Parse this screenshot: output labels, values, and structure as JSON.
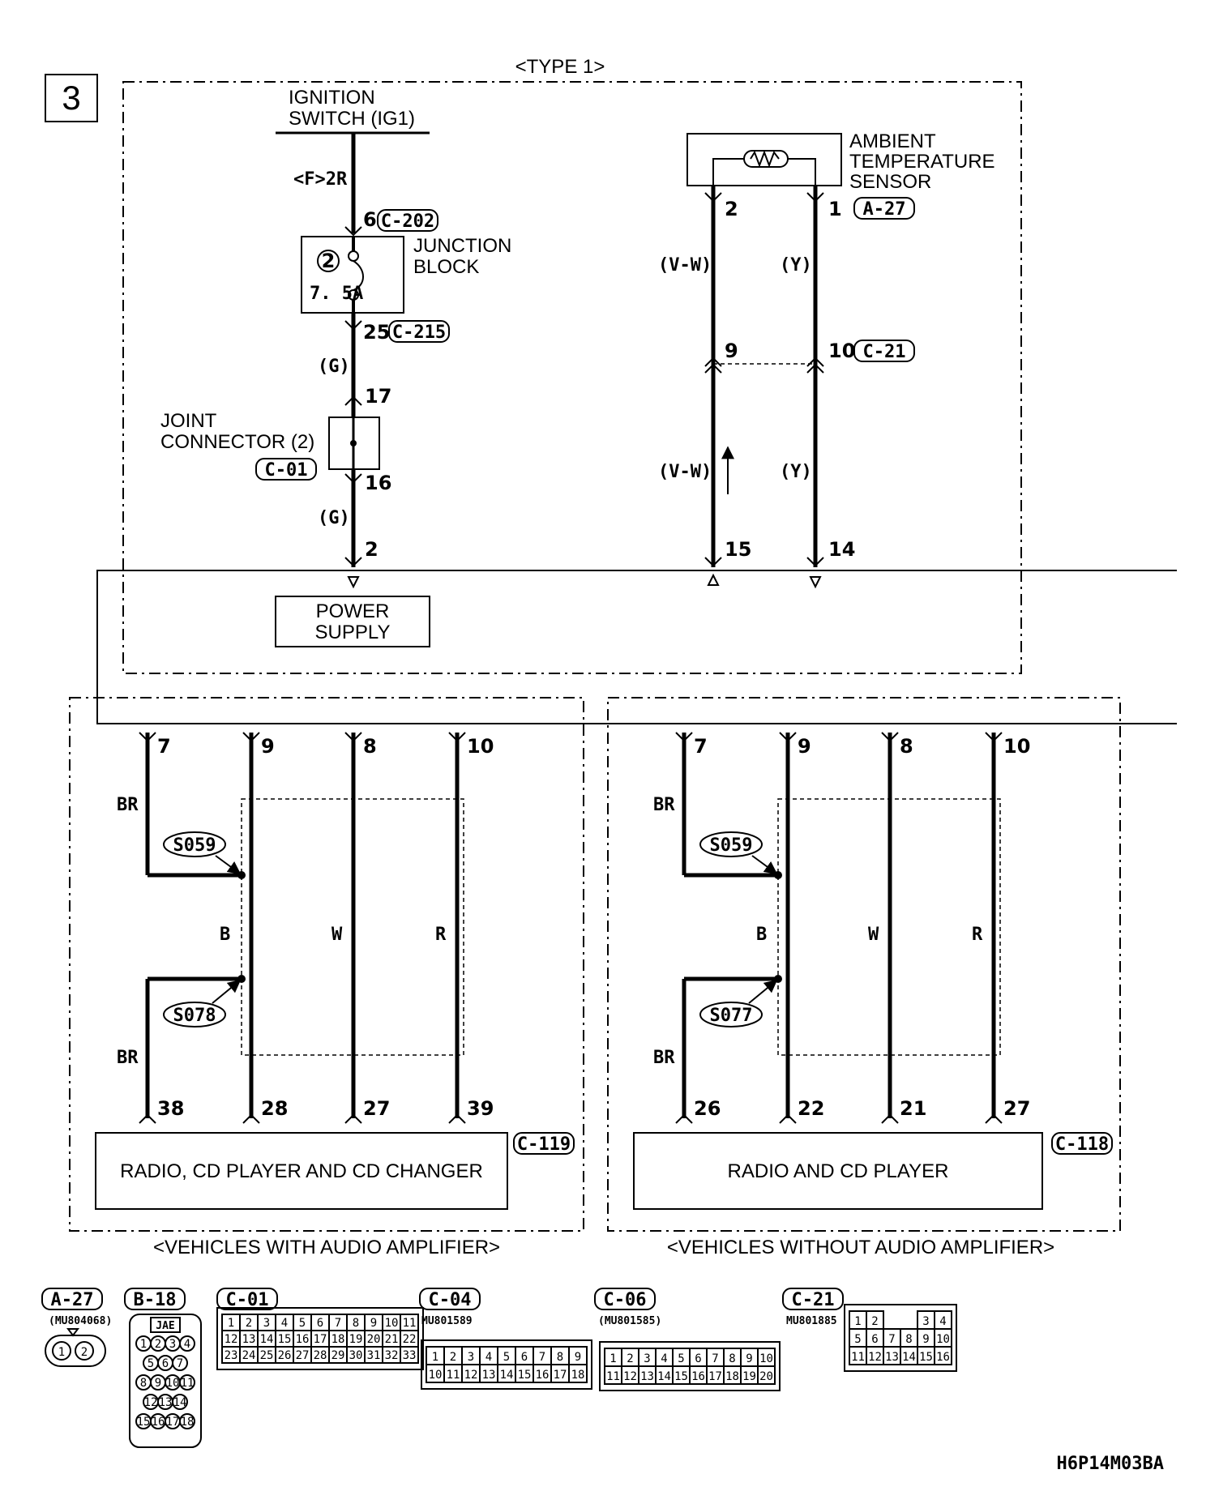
{
  "page_number": "3",
  "type_label": "<TYPE 1>",
  "ignition_switch": {
    "line1": "IGNITION",
    "line2": "SWITCH (IG1)"
  },
  "fuse_source": "<F>2R",
  "junction_block": {
    "line1": "JUNCTION",
    "line2": "BLOCK",
    "fuse_number": "2",
    "fuse_rating": "7. 5A",
    "in_pin": "6",
    "in_connector": "C-202",
    "out_pin": "25",
    "out_connector": "C-215"
  },
  "joint_connector": {
    "line1": "JOINT",
    "line2": "CONNECTOR (2)",
    "connector": "C-01",
    "in_pin": "17",
    "out_pin": "16"
  },
  "wire_g_1": "(G)",
  "wire_g_2": "(G)",
  "power_supply_pin": "2",
  "power_supply": {
    "line1": "POWER",
    "line2": "SUPPLY"
  },
  "ambient_sensor": {
    "line1": "AMBIENT",
    "line2": "TEMPERATURE",
    "line3": "SENSOR",
    "connector": "A-27",
    "pin_left": "2",
    "pin_right": "1"
  },
  "sensor_wires": {
    "vw_upper": "(V-W)",
    "y_upper": "(Y)",
    "vw_lower": "(V-W)",
    "y_lower": "(Y)",
    "mid_pin_left": "9",
    "mid_pin_right": "10",
    "mid_connector": "C-21",
    "bottom_pin_left": "15",
    "bottom_pin_right": "14"
  },
  "left_variant": {
    "top_pins": [
      "7",
      "9",
      "8",
      "10"
    ],
    "wire_colors": {
      "br_top": "BR",
      "b": "B",
      "w": "W",
      "r": "R",
      "br_bottom": "BR"
    },
    "splice_top": "S059",
    "splice_bottom": "S078",
    "bottom_pins": [
      "38",
      "28",
      "27",
      "39"
    ],
    "unit": "RADIO, CD PLAYER AND CD CHANGER",
    "connector": "C-119",
    "caption": "<VEHICLES WITH AUDIO AMPLIFIER>"
  },
  "right_variant": {
    "top_pins": [
      "7",
      "9",
      "8",
      "10"
    ],
    "wire_colors": {
      "br_top": "BR",
      "b": "B",
      "w": "W",
      "r": "R",
      "br_bottom": "BR"
    },
    "splice_top": "S059",
    "splice_bottom": "S077",
    "bottom_pins": [
      "26",
      "22",
      "21",
      "27"
    ],
    "unit": "RADIO AND CD PLAYER",
    "connector": "C-118",
    "caption": "<VEHICLES WITHOUT AUDIO AMPLIFIER>"
  },
  "connector_views": [
    {
      "tag": "A-27",
      "part": "(MU804068)",
      "pins": [
        "1",
        "2"
      ]
    },
    {
      "tag": "B-18",
      "maker": "JAE",
      "rows": [
        [
          "1",
          "2",
          "3",
          "4"
        ],
        [
          "5",
          "6",
          "7"
        ],
        [
          "8",
          "9",
          "10",
          "11"
        ],
        [
          "12",
          "13",
          "14"
        ],
        [
          "15",
          "16",
          "17",
          "18"
        ]
      ]
    },
    {
      "tag": "C-01",
      "rows": [
        [
          "1",
          "2",
          "3",
          "4",
          "5",
          "6",
          "7",
          "8",
          "9",
          "10",
          "11"
        ],
        [
          "12",
          "13",
          "14",
          "15",
          "16",
          "17",
          "18",
          "19",
          "20",
          "21",
          "22"
        ],
        [
          "23",
          "24",
          "25",
          "26",
          "27",
          "28",
          "29",
          "30",
          "31",
          "32",
          "33"
        ]
      ]
    },
    {
      "tag": "C-04",
      "part": "MU801589",
      "rows": [
        [
          "1",
          "2",
          "3",
          "4",
          "5",
          "6",
          "7",
          "8",
          "9"
        ],
        [
          "10",
          "11",
          "12",
          "13",
          "14",
          "15",
          "16",
          "17",
          "18"
        ]
      ]
    },
    {
      "tag": "C-06",
      "part": "(MU801585)",
      "rows": [
        [
          "1",
          "2",
          "3",
          "4",
          "5",
          "6",
          "7",
          "8",
          "9",
          "10"
        ],
        [
          "11",
          "12",
          "13",
          "14",
          "15",
          "16",
          "17",
          "18",
          "19",
          "20"
        ]
      ]
    },
    {
      "tag": "C-21",
      "part": "MU801885",
      "rows": [
        [
          "1",
          "2",
          "",
          "",
          "3",
          "4"
        ],
        [
          "5",
          "6",
          "7",
          "8",
          "9",
          "10"
        ],
        [
          "11",
          "12",
          "13",
          "14",
          "15",
          "16"
        ]
      ]
    }
  ],
  "figure_code": "H6P14M03BA"
}
